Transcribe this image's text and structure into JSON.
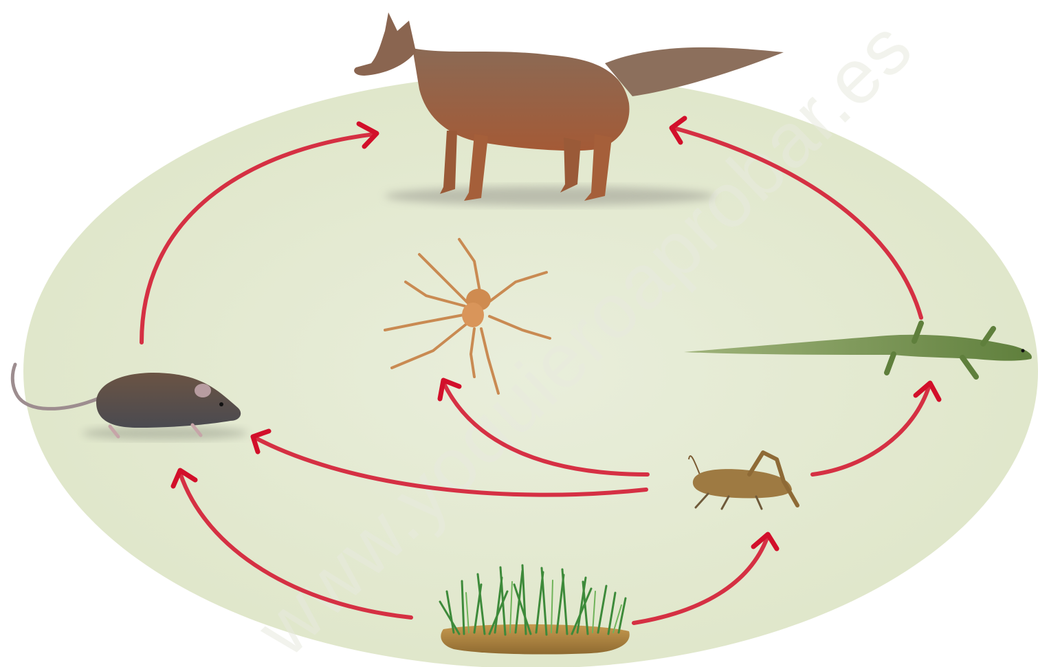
{
  "diagram": {
    "type": "food-web",
    "organisms": [
      {
        "id": "fox",
        "name": "fox"
      },
      {
        "id": "spider",
        "name": "spider"
      },
      {
        "id": "rat",
        "name": "rat"
      },
      {
        "id": "lizard",
        "name": "lizard"
      },
      {
        "id": "cricket",
        "name": "cricket"
      },
      {
        "id": "grass",
        "name": "grass"
      }
    ],
    "links": [
      {
        "from": "rat",
        "to": "fox"
      },
      {
        "from": "lizard",
        "to": "fox"
      },
      {
        "from": "cricket",
        "to": "spider"
      },
      {
        "from": "cricket",
        "to": "rat"
      },
      {
        "from": "cricket",
        "to": "lizard"
      },
      {
        "from": "grass",
        "to": "rat"
      },
      {
        "from": "grass",
        "to": "cricket"
      }
    ],
    "colors": {
      "background_ellipse": "#e6ebd6",
      "arrow": "#d20f2a"
    }
  },
  "watermark": {
    "text": "www.yoquieroaprobar.es"
  }
}
